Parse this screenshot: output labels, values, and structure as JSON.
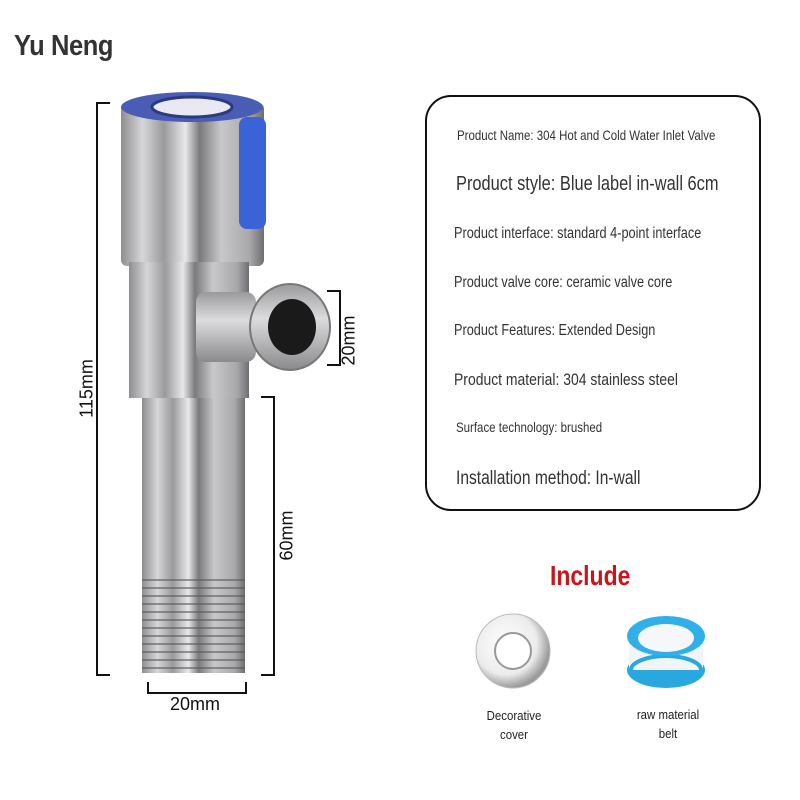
{
  "brand": "Yu Neng",
  "dimensions": {
    "total_height": "115mm",
    "outlet_size": "20mm",
    "lower_length": "60mm",
    "base_width": "20mm"
  },
  "specs": [
    {
      "label": "Product Name: 304 Hot and Cold Water Inlet Valve"
    },
    {
      "label": "Product style: Blue label in-wall 6cm"
    },
    {
      "label": "Product interface: standard 4-point interface"
    },
    {
      "label": "Product valve core: ceramic valve core"
    },
    {
      "label": "Product Features: Extended Design"
    },
    {
      "label": "Product material: 304 stainless steel"
    },
    {
      "label": "Surface technology: brushed"
    },
    {
      "label": "Installation method: In-wall"
    }
  ],
  "include": {
    "title": "Include",
    "title_color": "#c8161d",
    "items": [
      {
        "line1": "Decorative",
        "line2": "cover"
      },
      {
        "line1": "raw material",
        "line2": "belt"
      }
    ]
  },
  "colors": {
    "label_blue": "#3a63d8",
    "steel": "#b9b9bb"
  }
}
